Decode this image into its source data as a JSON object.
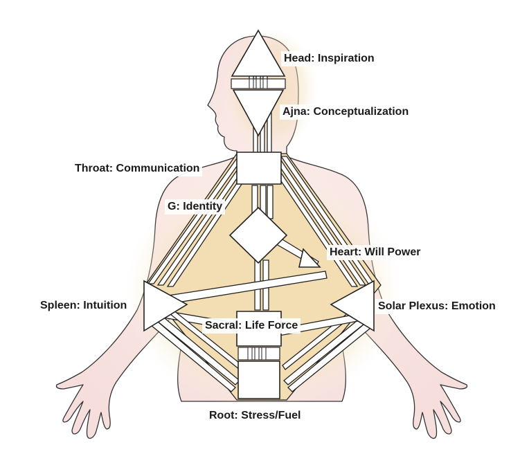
{
  "labels": {
    "head": "Head: Inspiration",
    "ajna": "Ajna: Conceptualization",
    "throat": "Throat: Communication",
    "g": "G: Identity",
    "heart": "Heart: Will Power",
    "spleen": "Spleen: Intuition",
    "solar_plexus": "Solar Plexus: Emotion",
    "sacral": "Sacral: Life Force",
    "root": "Root: Stress/Fuel"
  },
  "colors": {
    "outline": "#222222",
    "skin": "#f8e4e2",
    "glow": "#f2dfb3",
    "center_fill": "#ffffff",
    "label_text": "#1a1a1a"
  }
}
